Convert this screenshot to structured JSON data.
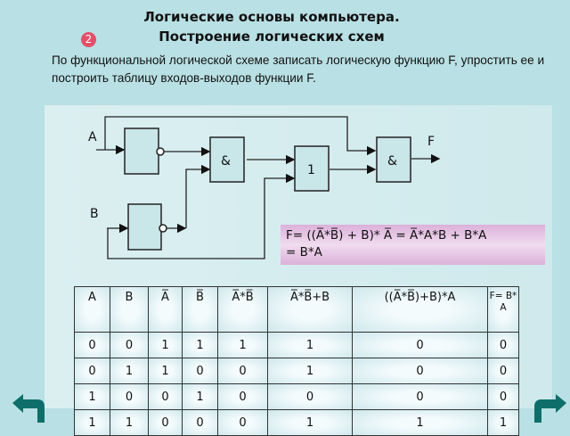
{
  "header": {
    "title_line1": "Логические основы компьютера.",
    "title_line2": "Построение логических схем",
    "slide_number": "2"
  },
  "task": "По функциональной логической схеме записать логическую функцию F,  упростить ее и построить таблицу входов-выходов функции F.",
  "diagram": {
    "input_a": "A",
    "input_b": "B",
    "output_f": "F",
    "and_label": "&",
    "or_label": "1"
  },
  "formula": {
    "line1": "F= ((A̅*B̅) + B)* A̅ = A̅*A*B + B*A",
    "line2": "= B*A"
  },
  "table": {
    "headers": [
      "A",
      "B",
      "A̅",
      "B̅",
      "A̅*B̅",
      "A̅*B̅+B",
      "((A̅*B̅)+B)*A",
      "F= B* A"
    ],
    "rows": [
      [
        "0",
        "0",
        "1",
        "1",
        "1",
        "1",
        "0",
        "0"
      ],
      [
        "0",
        "1",
        "1",
        "0",
        "0",
        "1",
        "0",
        "0"
      ],
      [
        "1",
        "0",
        "0",
        "1",
        "0",
        "0",
        "0",
        "0"
      ],
      [
        "1",
        "1",
        "0",
        "0",
        "0",
        "1",
        "1",
        "1"
      ]
    ]
  },
  "colors": {
    "background": "#b9e0e4",
    "badge": "#e2506b",
    "nav": "#0e6f6a"
  }
}
